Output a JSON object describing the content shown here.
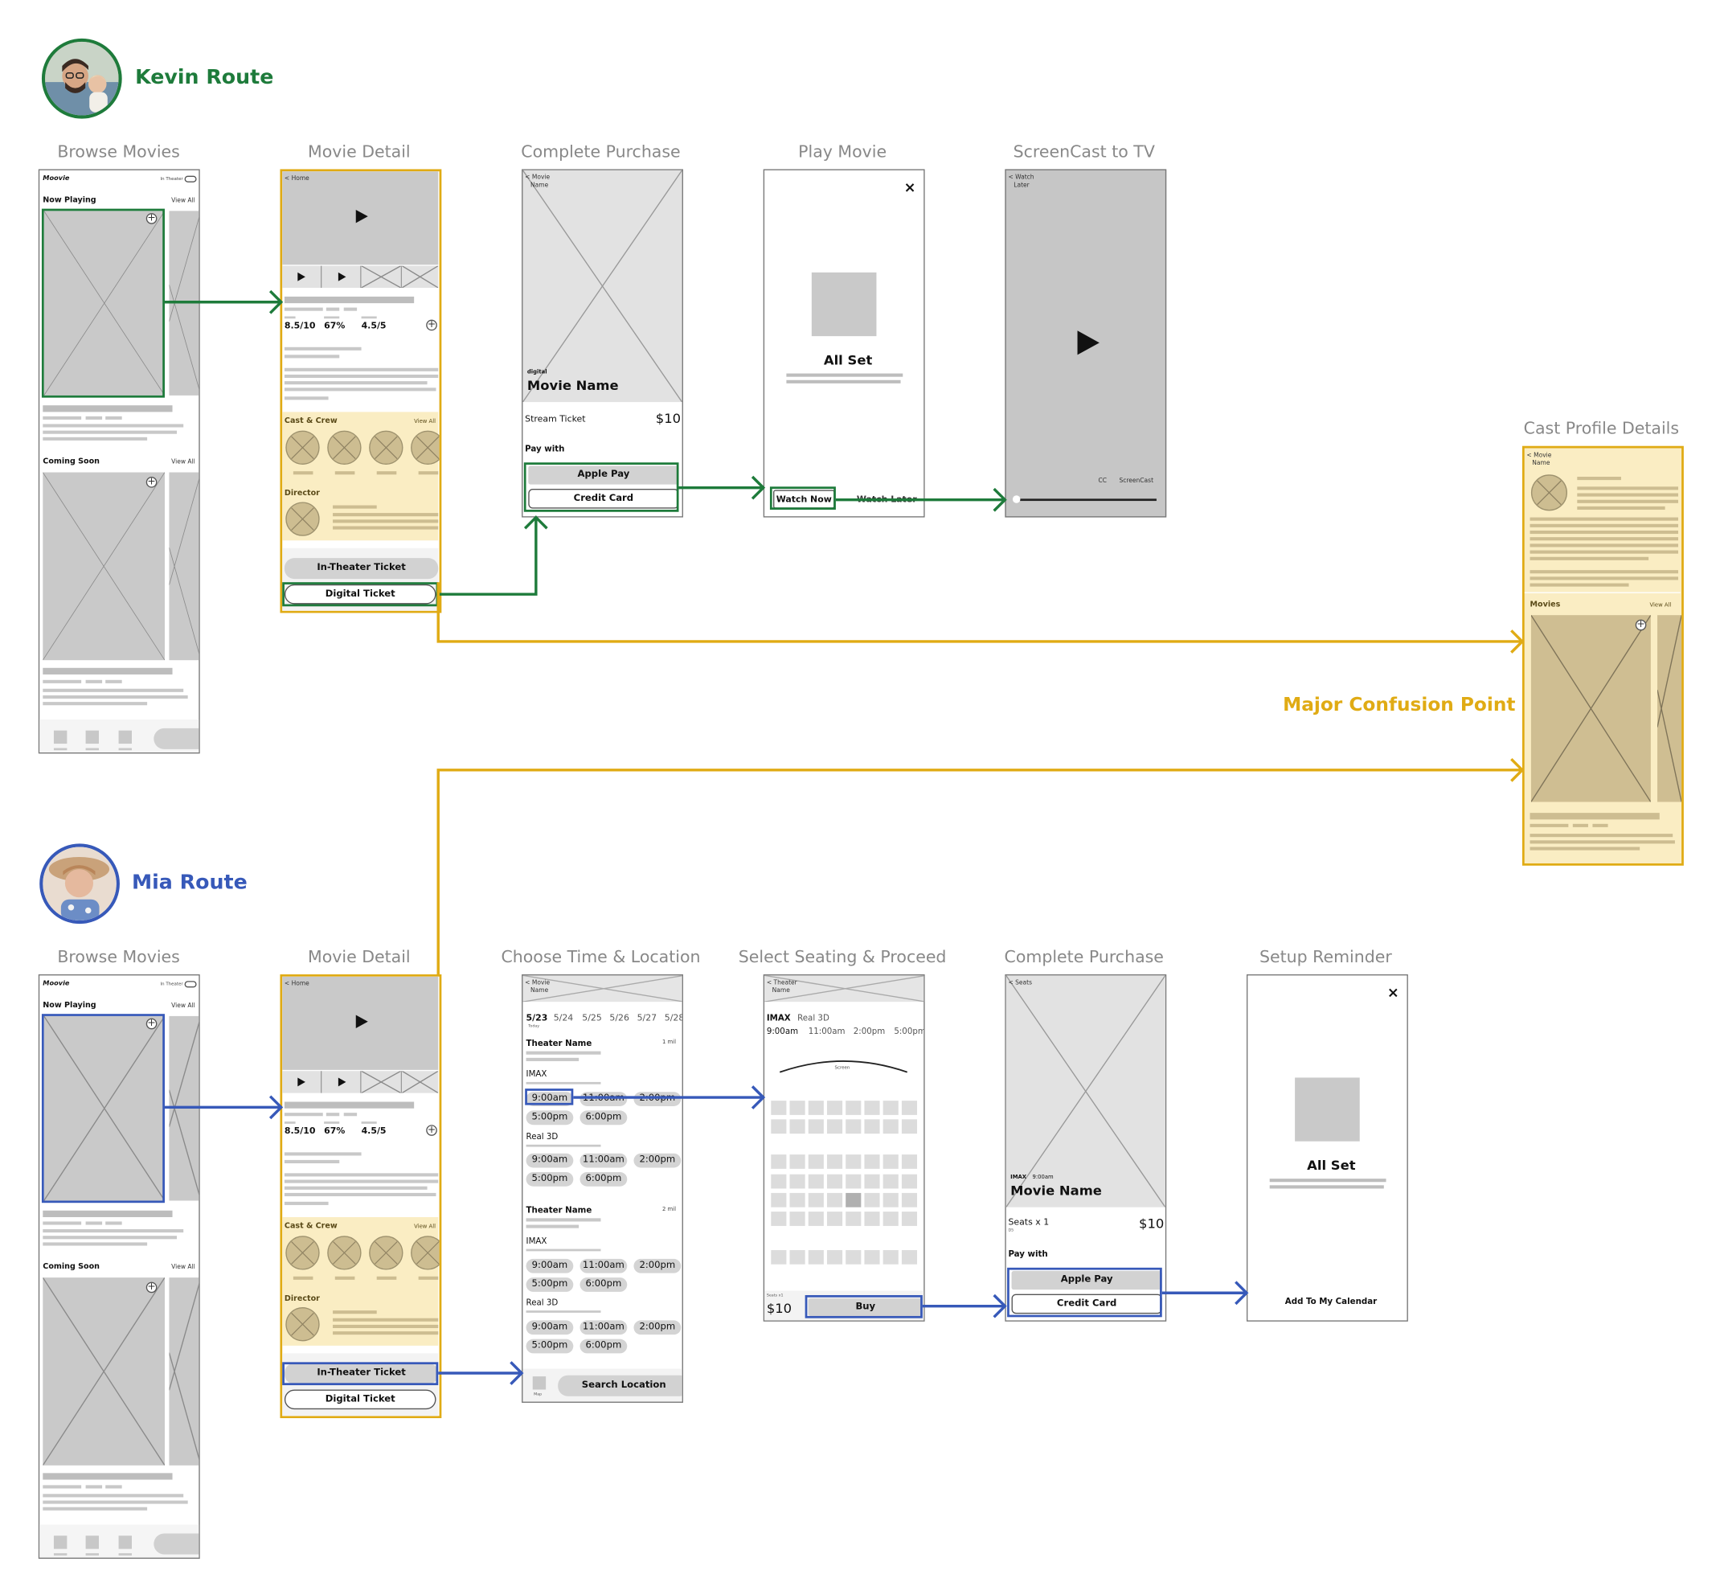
{
  "routes": {
    "kevin": {
      "name": "Kevin Route",
      "color": "#1e7b3b"
    },
    "mia": {
      "name": "Mia Route",
      "color": "#3759b9"
    }
  },
  "highlight_color": "#e0ab14",
  "confusion_label": "Major Confusion Point",
  "titles": {
    "browse": "Browse Movies",
    "detail": "Movie Detail",
    "purchase": "Complete Purchase",
    "play": "Play Movie",
    "screencast": "ScreenCast to TV",
    "cast_profile": "Cast Profile Details",
    "choose_time": "Choose Time & Location",
    "select_seating": "Select Seating & Proceed",
    "reminder": "Setup Reminder"
  },
  "browse": {
    "logo": "Moovie",
    "in_theater": "In Theater",
    "now_playing": "Now Playing",
    "view_all": "View All",
    "coming_soon": "Coming Soon"
  },
  "detail": {
    "back": "< Home",
    "rating_imdb": "8.5/10",
    "rating_pct": "67%",
    "rating_stars": "4.5/5",
    "cast_crew": "Cast & Crew",
    "view_all": "View All",
    "director": "Director",
    "in_theater_ticket": "In-Theater Ticket",
    "digital_ticket": "Digital Ticket"
  },
  "purchase_digital": {
    "back_1": "< Movie",
    "back_2": "Name",
    "tag": "digital",
    "movie_name": "Movie Name",
    "item": "Stream Ticket",
    "price": "$10",
    "pay_with": "Pay with",
    "apple_pay": "Apple Pay",
    "credit_card": "Credit Card"
  },
  "play": {
    "close": "×",
    "all_set": "All Set",
    "watch_now": "Watch Now",
    "watch_later": "Watch Later"
  },
  "screencast": {
    "back_1": "< Watch",
    "back_2": "Later",
    "cc": "CC",
    "screencast": "ScreenCast"
  },
  "cast_profile": {
    "back_1": "< Movie",
    "back_2": "Name",
    "movies": "Movies",
    "view_all": "View All"
  },
  "choose_time": {
    "back_1": "< Movie",
    "back_2": "Name",
    "dates": [
      "5/23",
      "5/24",
      "5/25",
      "5/26",
      "5/27",
      "5/28"
    ],
    "today": "Today",
    "theater_1": "Theater Name",
    "dist_1": "1 mil",
    "theater_2": "Theater Name",
    "dist_2": "2 mil",
    "imax": "IMAX",
    "real3d": "Real 3D",
    "times": [
      "9:00am",
      "11:00am",
      "2:00pm",
      "5:00pm",
      "6:00pm"
    ],
    "map": "Map",
    "search_location": "Search Location"
  },
  "seating": {
    "back_1": "< Theater",
    "back_2": "Name",
    "format_1": "IMAX",
    "format_2": "Real 3D",
    "times": [
      "9:00am",
      "11:00am",
      "2:00pm",
      "5:00pm"
    ],
    "screen": "Screen",
    "seats_small": "Seats x1",
    "price": "$10",
    "buy": "Buy"
  },
  "purchase_theater": {
    "back": "< Seats",
    "tag_format": "IMAX",
    "tag_time": "9:00am",
    "movie_name": "Movie Name",
    "item": "Seats x 1",
    "item_sub": "D5",
    "price": "$10",
    "pay_with": "Pay with",
    "apple_pay": "Apple Pay",
    "credit_card": "Credit Card"
  },
  "reminder": {
    "close": "×",
    "all_set": "All Set",
    "add_calendar": "Add To My Calendar"
  }
}
